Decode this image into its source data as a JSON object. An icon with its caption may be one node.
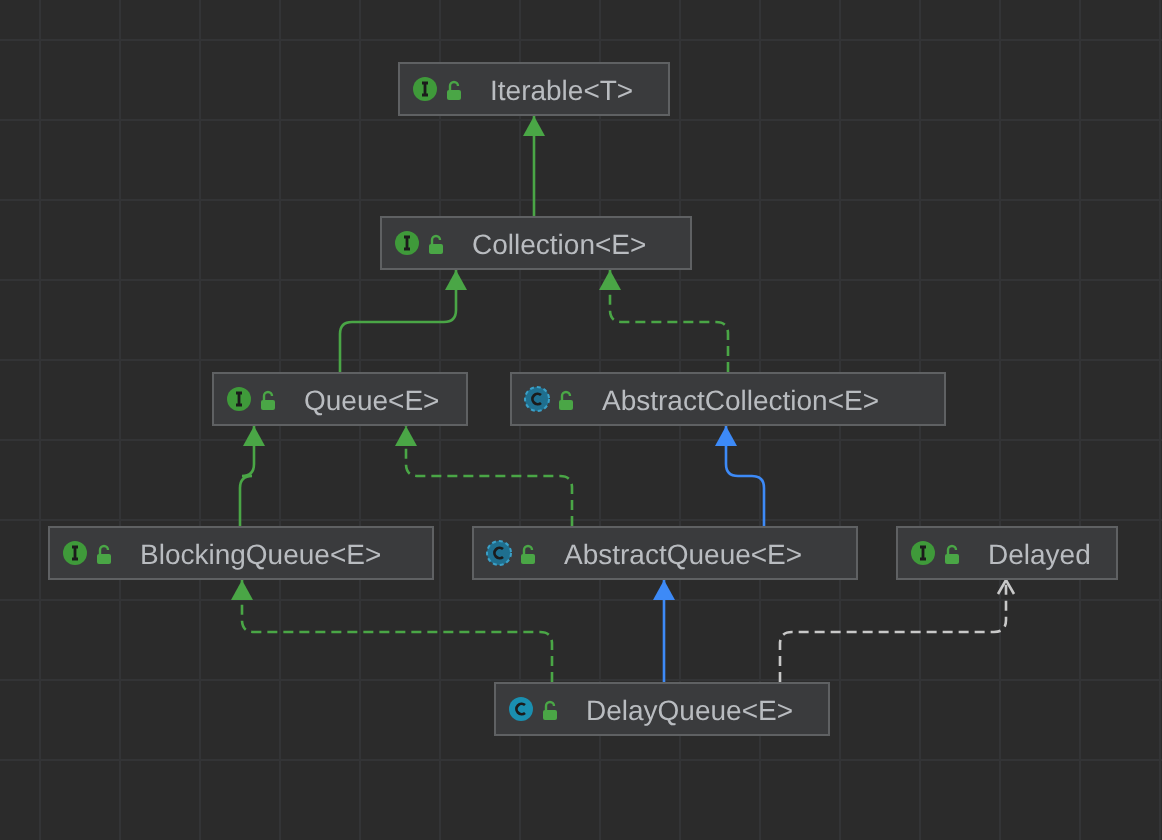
{
  "diagram": {
    "nodes": [
      {
        "text": [
          "Iterable<T>"
        ]
      },
      {
        "text": [
          "Collection<E>"
        ]
      },
      {
        "text": [
          "Queue<E>"
        ]
      },
      {
        "text": [
          "AbstractCollection<E>"
        ]
      },
      {
        "text": [
          "BlockingQueue<E>"
        ]
      },
      {
        "text": [
          "AbstractQueue<E>"
        ]
      },
      {
        "text": [
          "Delayed"
        ]
      },
      {
        "text": [
          "DelayQueue<E>"
        ]
      }
    ],
    "edges": [
      {
        "from": 1,
        "to": 0,
        "arrow": "to"
      },
      {
        "from": 2,
        "to": 1,
        "arrow": "to"
      },
      {
        "from": 3,
        "to": 1,
        "arrow": "to",
        "style": "dashed"
      },
      {
        "from": 4,
        "to": 2,
        "arrow": "to"
      },
      {
        "from": 5,
        "to": 2,
        "arrow": "to",
        "style": "dashed"
      },
      {
        "from": 5,
        "to": 3,
        "arrow": "to",
        "color": "#3d8af7"
      },
      {
        "from": 7,
        "to": 4,
        "arrow": "to",
        "style": "dashed"
      },
      {
        "from": 7,
        "to": 5,
        "arrow": "to",
        "color": "#3d8af7"
      },
      {
        "from": 7,
        "to": 6,
        "arrow": "to",
        "style": "dashed",
        "color": "#c8c8c8"
      }
    ]
  }
}
